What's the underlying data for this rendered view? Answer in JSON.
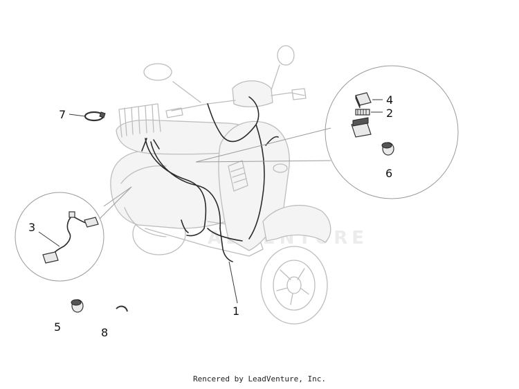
{
  "diagram": {
    "watermark": "ADVENTURE",
    "callout_numbers": [
      "1",
      "2",
      "3",
      "4",
      "5",
      "6",
      "7",
      "8"
    ]
  },
  "footer": {
    "credit": "Rencered by LeadVenture, Inc."
  }
}
